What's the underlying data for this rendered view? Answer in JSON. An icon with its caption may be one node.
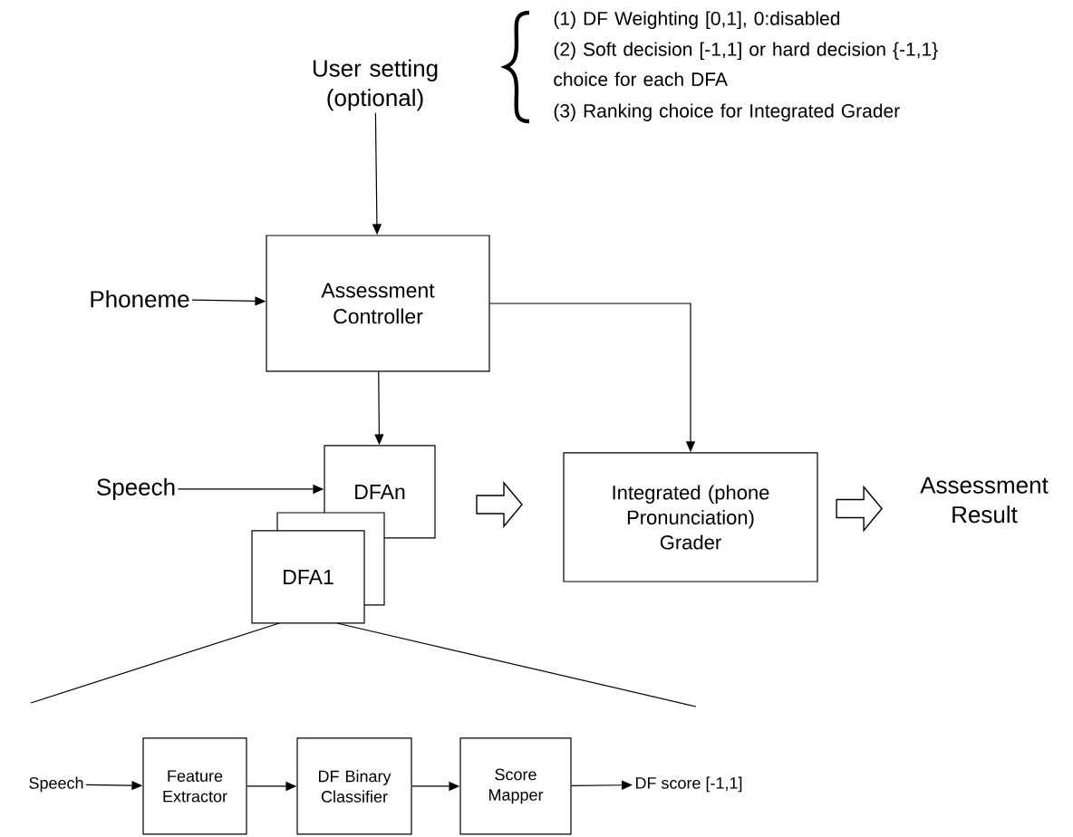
{
  "diagram": {
    "nodes": [
      {
        "text": [
          "User setting (optional)"
        ]
      },
      {
        "text": [
          "Phoneme"
        ]
      },
      {
        "text": [
          "Assessment Controller"
        ]
      },
      {
        "text": [
          "Speech"
        ]
      },
      {
        "text": [
          "DFAn"
        ]
      },
      {
        "text": [
          "DFA1"
        ]
      },
      {
        "text": [
          "Integrated (phone Pronunciation) Grader"
        ]
      },
      {
        "text": [
          "Assessment Result"
        ]
      },
      {
        "text": [
          "Speech"
        ]
      },
      {
        "text": [
          "Feature Extractor"
        ]
      },
      {
        "text": [
          "DF Binary Classifier"
        ]
      },
      {
        "text": [
          "Score Mapper"
        ]
      },
      {
        "text": [
          "DF score [-1,1]"
        ]
      }
    ],
    "edges": [
      {
        "from": 0,
        "to": 2,
        "arrow": "to"
      },
      {
        "from": 1,
        "to": 2,
        "arrow": "to"
      },
      {
        "from": 2,
        "to": 4,
        "arrow": "to"
      },
      {
        "from": 2,
        "to": 6,
        "arrow": "to"
      },
      {
        "from": 3,
        "to": 4,
        "arrow": "to"
      },
      {
        "from": 4,
        "to": 6,
        "arrow": "to",
        "style": "thick"
      },
      {
        "from": 6,
        "to": 7,
        "arrow": "to",
        "style": "thick"
      },
      {
        "from": 8,
        "to": 9,
        "arrow": "to"
      },
      {
        "from": 9,
        "to": 10,
        "arrow": "to"
      },
      {
        "from": 10,
        "to": 11,
        "arrow": "to"
      },
      {
        "from": 11,
        "to": 12,
        "arrow": "to"
      }
    ],
    "labels": [
      "(1) DF Weighting [0,1], 0:disabled",
      "(2) Soft decision [-1,1] or hard decision {-1,1} choice for each DFA",
      "(3) Ranking choice for Integrated Grader"
    ]
  }
}
